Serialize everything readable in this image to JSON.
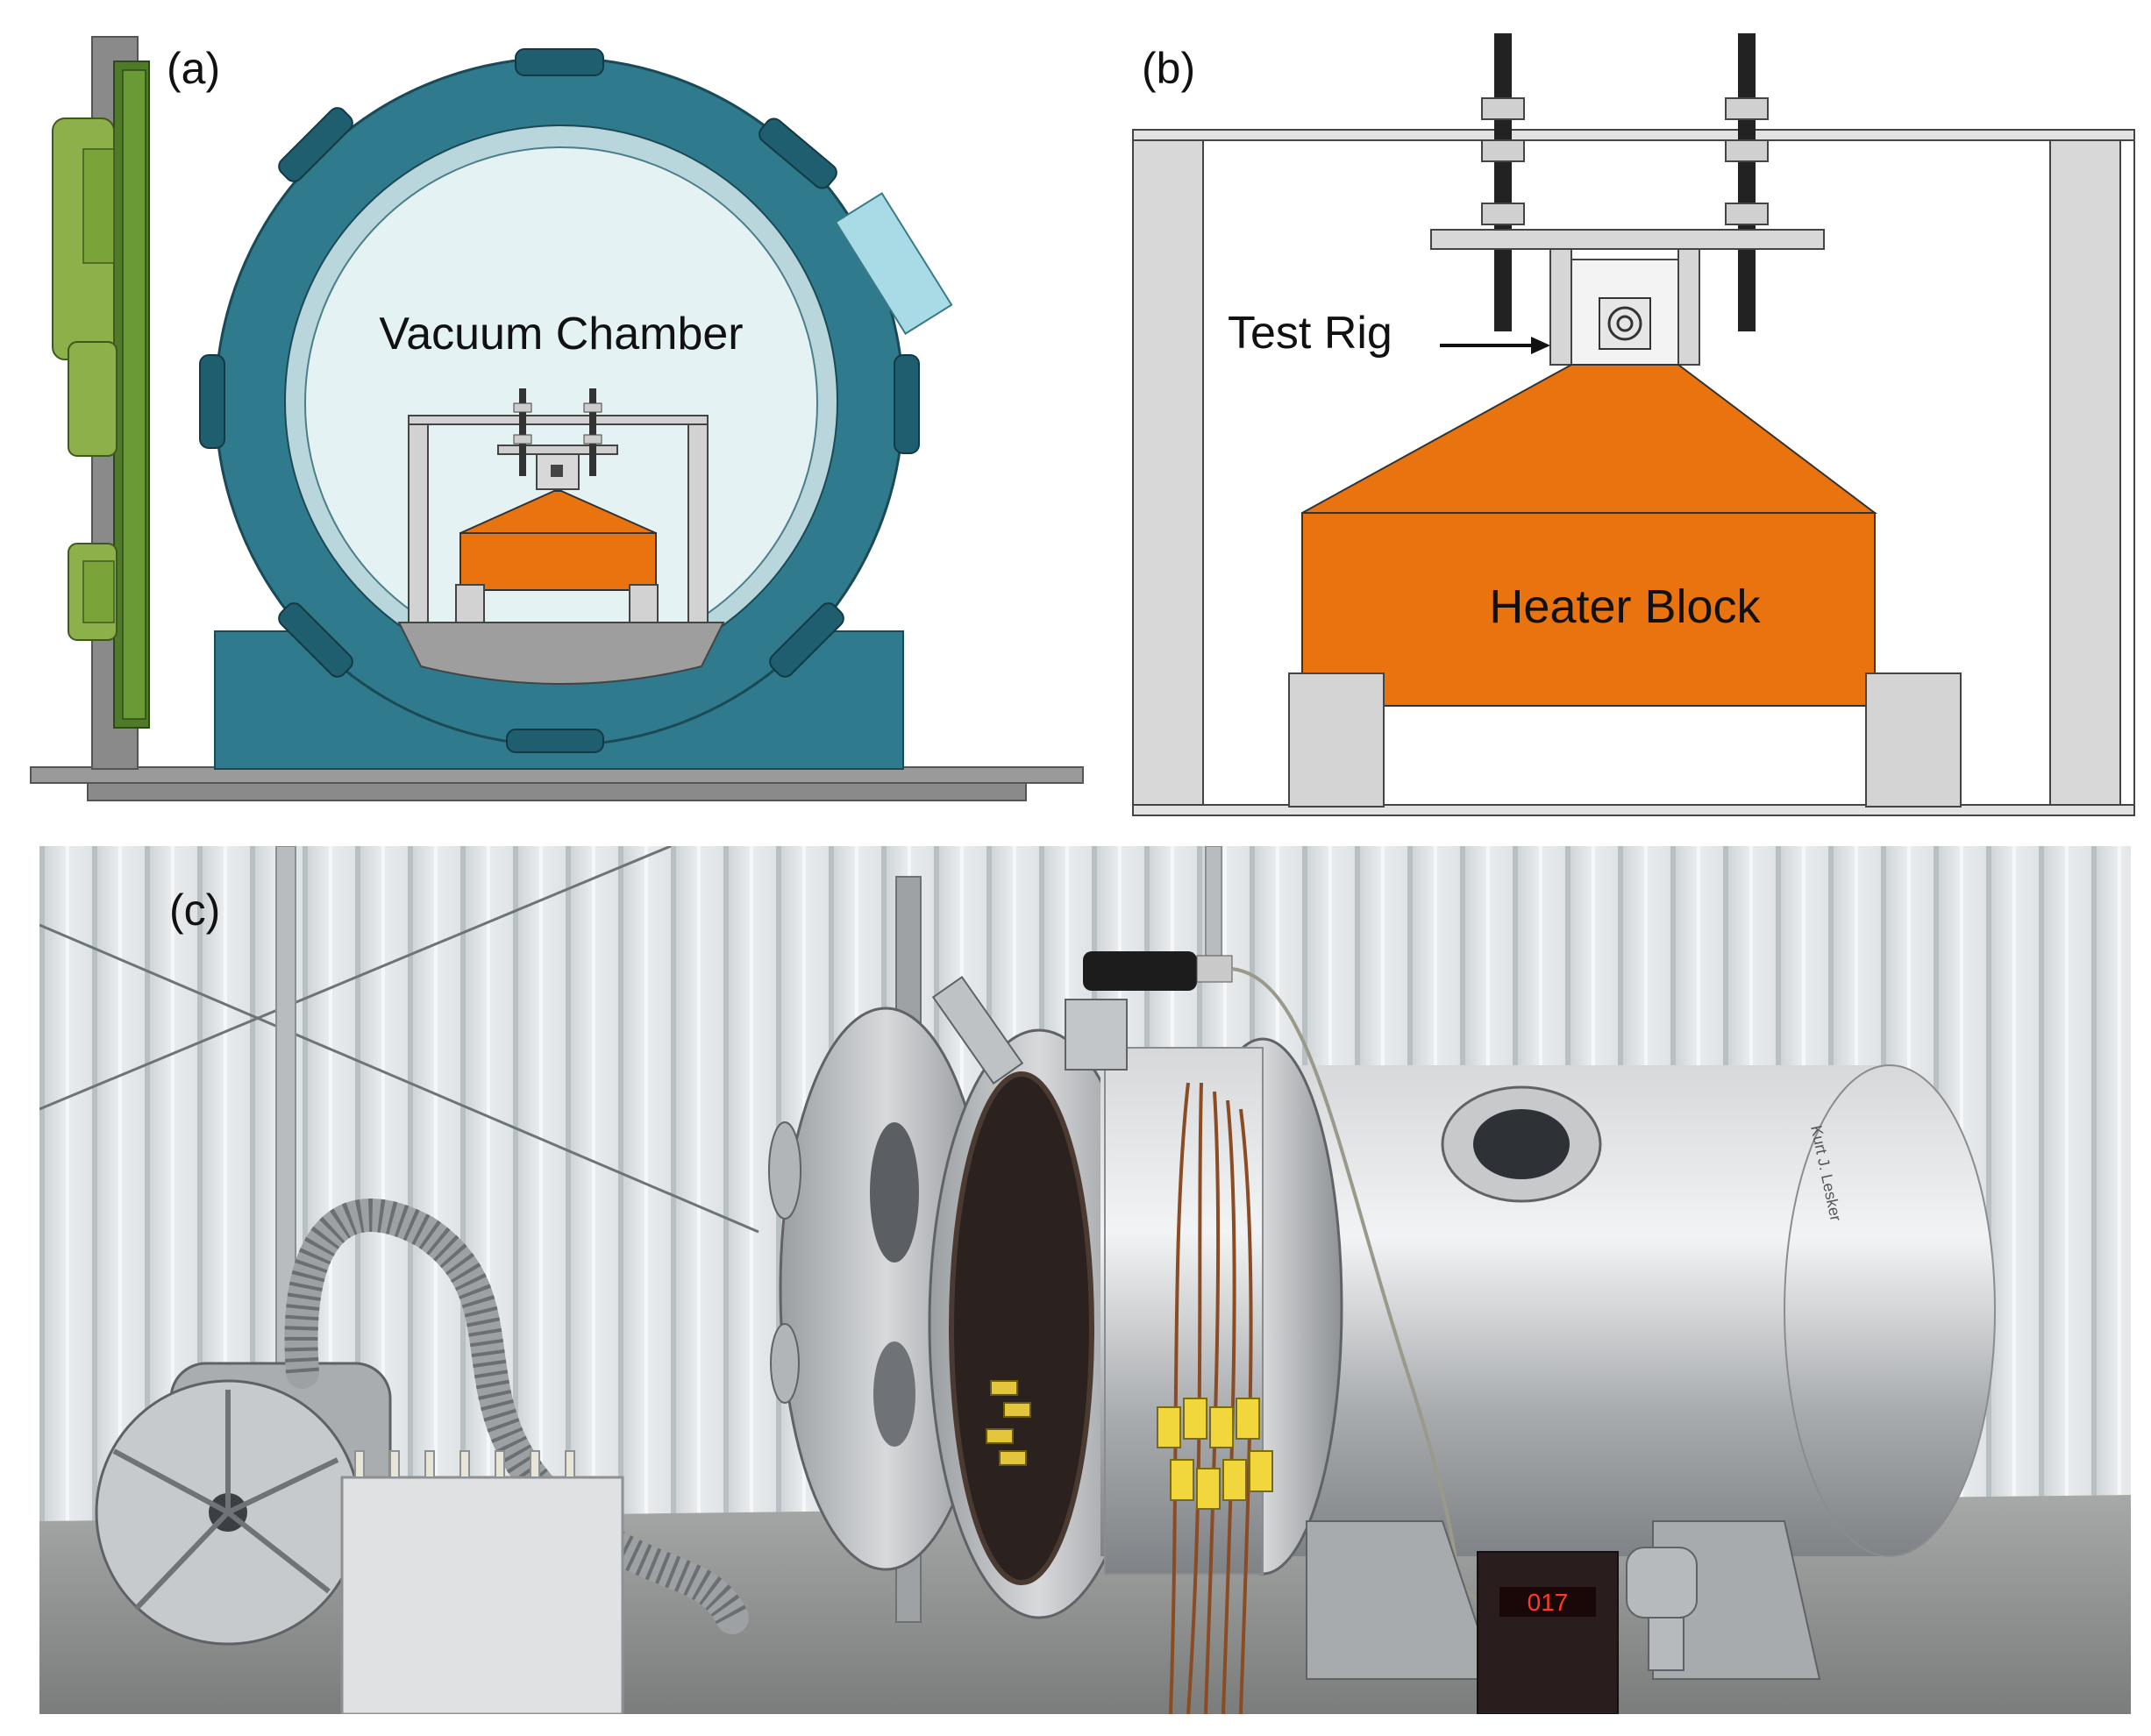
{
  "panels": {
    "a": {
      "tag": "(a)",
      "chamber_label": "Vacuum Chamber"
    },
    "b": {
      "tag": "(b)",
      "rig_label": "Test Rig",
      "heater_label": "Heater Block"
    },
    "c": {
      "tag": "(c)",
      "chamber_brand": "Kurt J. Lesker",
      "controller_display": "017"
    }
  },
  "colors": {
    "chamber_teal": "#2f7a8c",
    "chamber_teal_dark": "#1f5e6e",
    "window_light": "#d8ecef",
    "heater_orange": "#e8730f",
    "frame_gray": "#c9c9c9",
    "panel_green": "#7aa33a",
    "steel": "#b9bcbf"
  }
}
